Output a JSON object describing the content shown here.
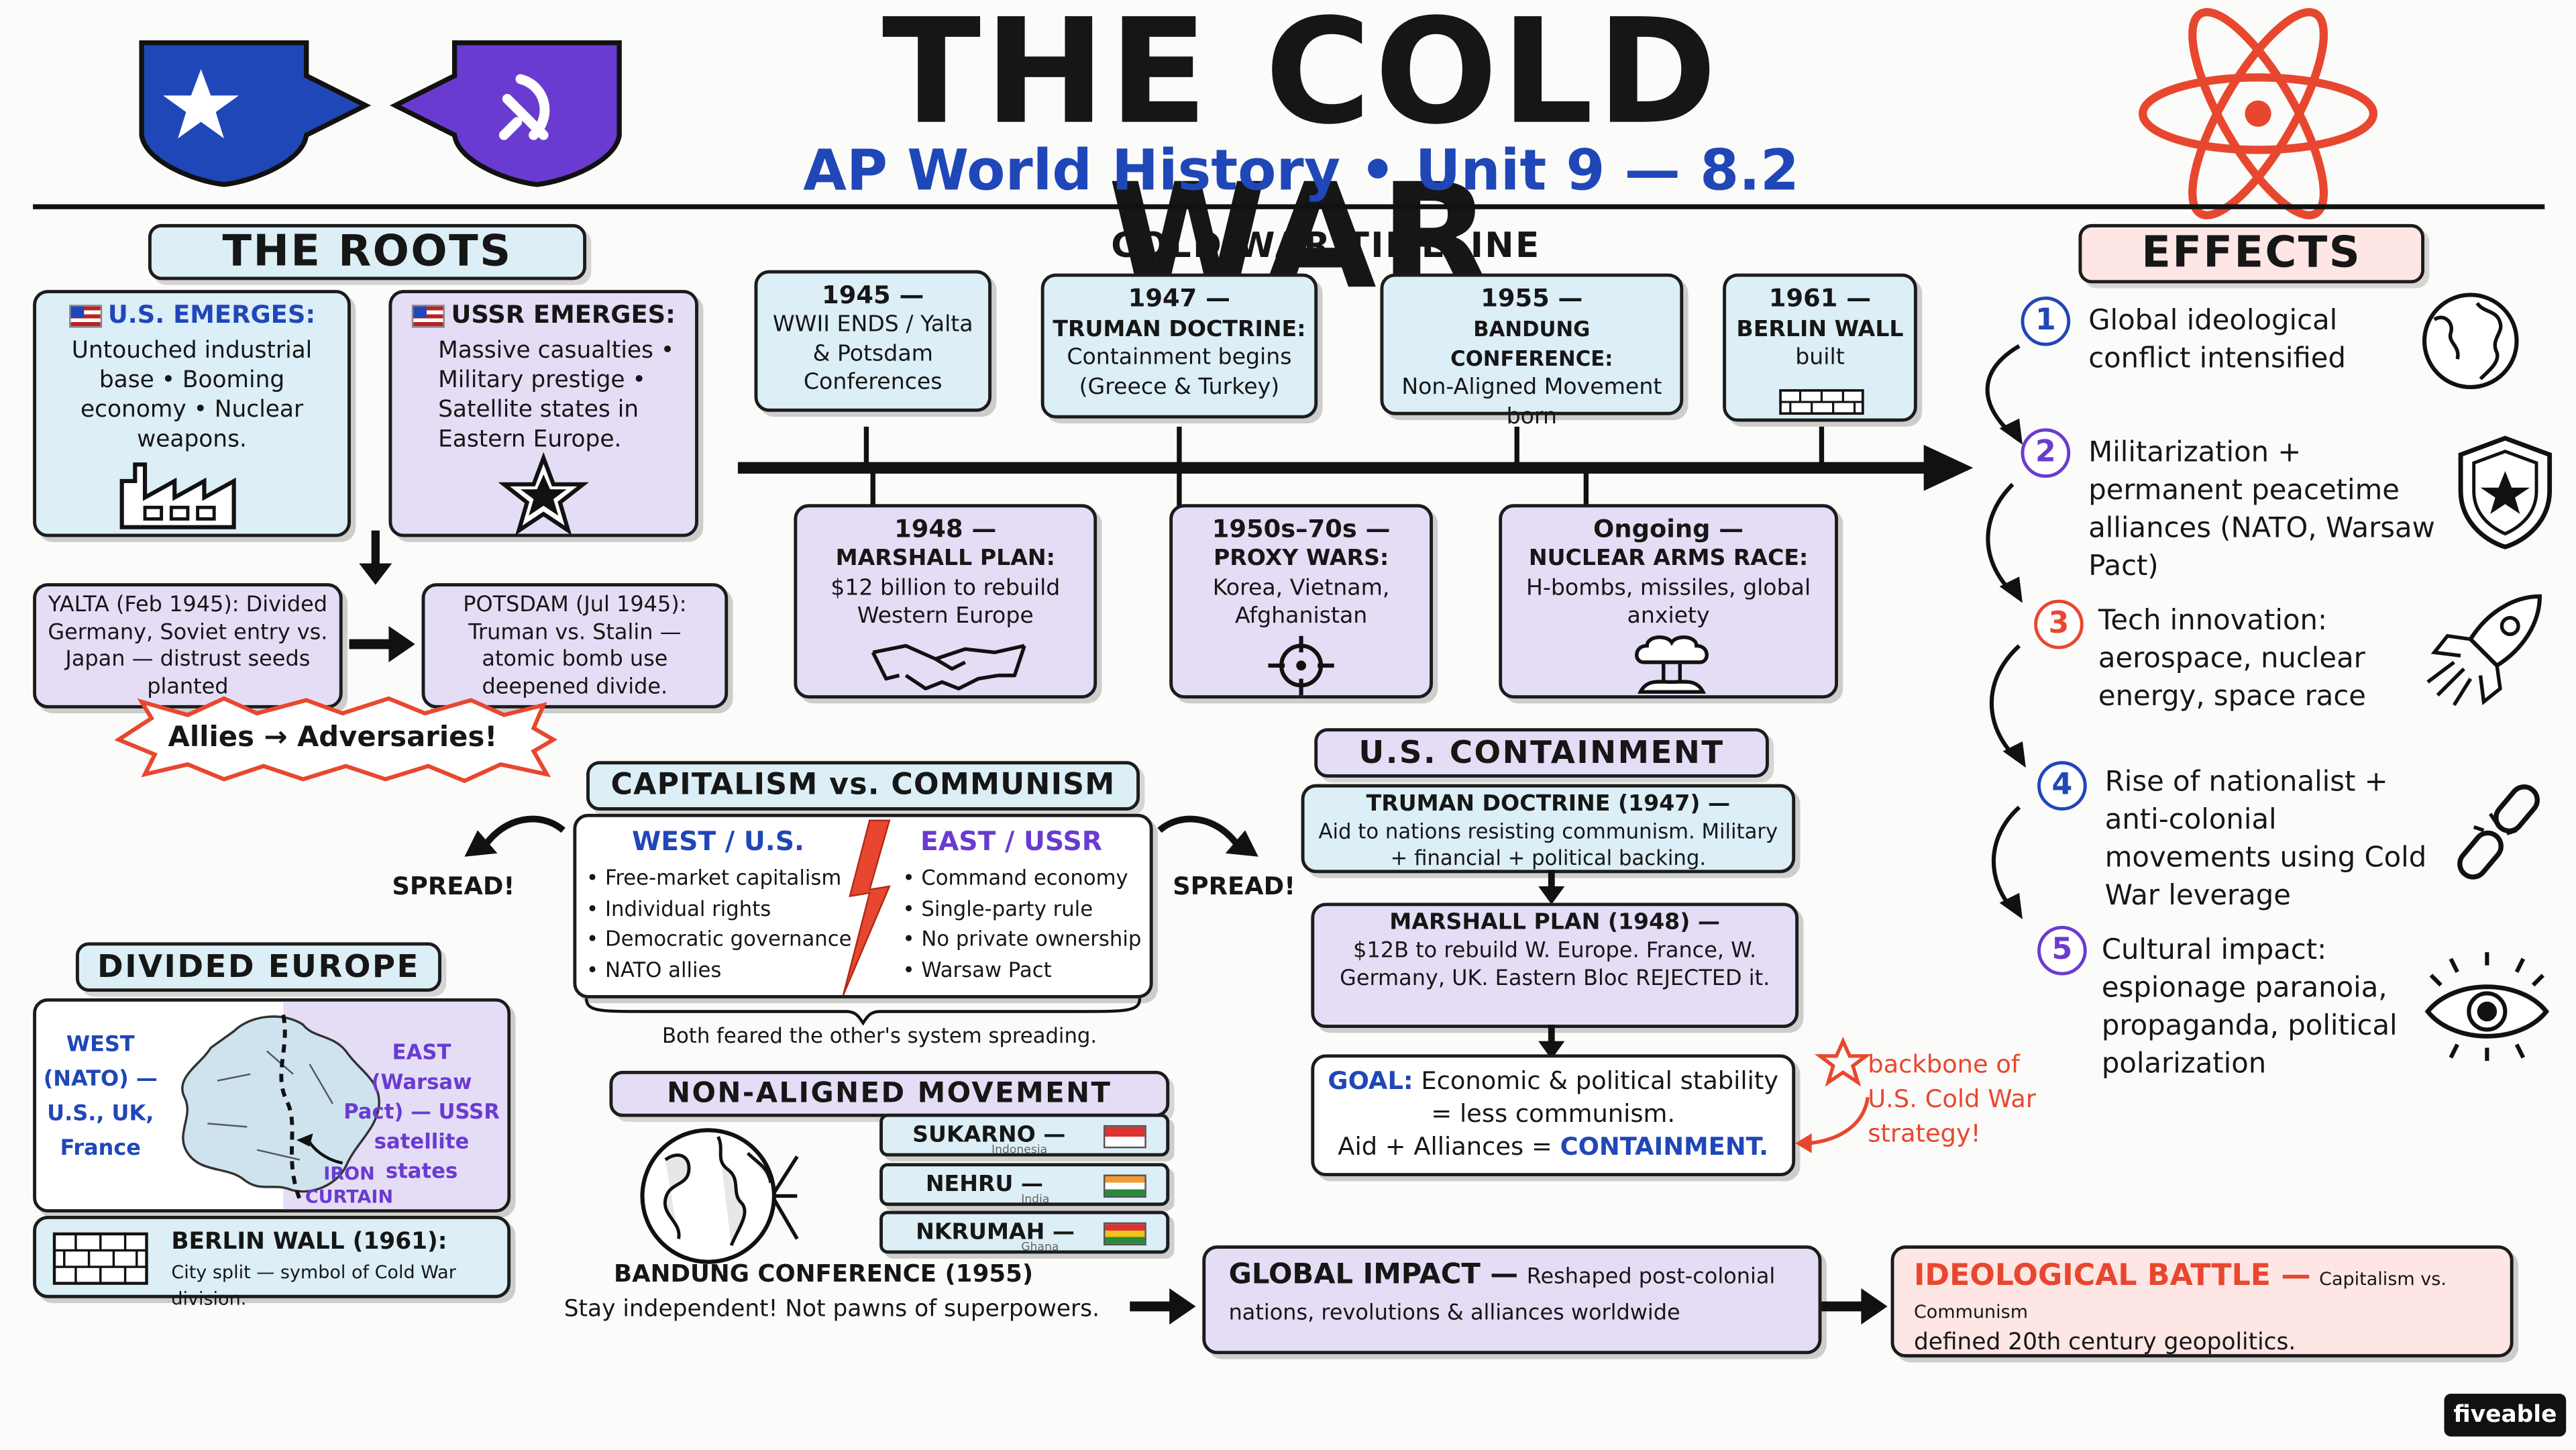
{
  "title": "THE COLD WAR",
  "subtitle": "AP World History • Unit 9 — 8.2",
  "colors": {
    "blue": "#2047b8",
    "purple": "#6a3bd0",
    "red": "#e8472f",
    "lightblue": "#dceef6",
    "lavender": "#e5ddf6"
  },
  "roots": {
    "header": "THE ROOTS",
    "us": {
      "title": "U.S. EMERGES:",
      "body": "Untouched industrial base • Booming economy • Nuclear weapons."
    },
    "ussr": {
      "title": "USSR EMERGES:",
      "body": "Massive casualties • Military prestige • Satellite states in Eastern Europe."
    },
    "yalta": "YALTA (Feb 1945): Divided Germany, Soviet entry vs. Japan — distrust seeds planted",
    "potsdam": "POTSDAM (Jul 1945): Truman vs. Stalin — atomic bomb use deepened divide.",
    "burst": "Allies → Adversaries!"
  },
  "timeline": {
    "header": "COLD WAR TIMELINE",
    "top": [
      {
        "date": "1945 —",
        "text": "WWII ENDS / Yalta & Potsdam Conferences"
      },
      {
        "date": "1947 —",
        "bold": "TRUMAN DOCTRINE:",
        "text": "Containment begins (Greece & Turkey)"
      },
      {
        "date": "1955 —",
        "bold": "BANDUNG CONFERENCE:",
        "text": "Non-Aligned Movement born"
      },
      {
        "date": "1961 —",
        "bold": "BERLIN WALL",
        "text": "built"
      }
    ],
    "bottom": [
      {
        "date": "1948 —",
        "bold": "MARSHALL PLAN:",
        "text": "$12 billion to rebuild Western Europe"
      },
      {
        "date": "1950s–70s —",
        "bold": "PROXY WARS:",
        "text": "Korea, Vietnam, Afghanistan"
      },
      {
        "date": "Ongoing —",
        "bold": "NUCLEAR ARMS RACE:",
        "text": "H-bombs, missiles, global anxiety"
      }
    ]
  },
  "effects": {
    "header": "EFFECTS",
    "items": [
      {
        "num": "1",
        "text": "Global ideological conflict intensified",
        "icon": "globe-icon"
      },
      {
        "num": "2",
        "text": "Militarization + permanent peacetime alliances (NATO, Warsaw Pact)",
        "icon": "shield-star-icon"
      },
      {
        "num": "3",
        "text": "Tech innovation: aerospace, nuclear energy, space race",
        "icon": "rocket-icon"
      },
      {
        "num": "4",
        "text": "Rise of nationalist + anti-colonial movements using Cold War leverage",
        "icon": "broken-chain-icon"
      },
      {
        "num": "5",
        "text": "Cultural impact: espionage paranoia, propaganda, political polarization",
        "icon": "eye-icon"
      }
    ]
  },
  "capcom": {
    "header": "CAPITALISM vs. COMMUNISM",
    "west_title": "WEST / U.S.",
    "east_title": "EAST / USSR",
    "west": [
      "Free-market capitalism",
      "Individual rights",
      "Democratic governance",
      "NATO allies"
    ],
    "east": [
      "Command economy",
      "Single-party rule",
      "No private ownership",
      "Warsaw Pact"
    ],
    "spread_left": "SPREAD!",
    "spread_right": "SPREAD!",
    "caption": "Both feared the other's system spreading."
  },
  "divided": {
    "header": "DIVIDED EUROPE",
    "west": "WEST (NATO) — U.S., UK, France",
    "east": "EAST (Warsaw Pact) — USSR satellite states",
    "iron": "IRON CURTAIN",
    "berlin_title": "BERLIN WALL (1961):",
    "berlin_text": "City split — symbol of Cold War division."
  },
  "nam": {
    "header": "NON-ALIGNED MOVEMENT",
    "leaders": [
      {
        "name": "SUKARNO —",
        "country": "Indonesia"
      },
      {
        "name": "NEHRU —",
        "country": "India"
      },
      {
        "name": "NKRUMAH —",
        "country": "Ghana"
      }
    ],
    "bandung_title": "BANDUNG CONFERENCE (1955)",
    "bandung_text": "Stay independent! Not pawns of superpowers."
  },
  "containment": {
    "header": "U.S. CONTAINMENT",
    "truman_title": "TRUMAN DOCTRINE (1947) —",
    "truman_text": "Aid to nations resisting communism. Military + financial + political backing.",
    "marshall_title": "MARSHALL PLAN (1948) —",
    "marshall_text": "$12B to rebuild W. Europe. France, W. Germany, UK. Eastern Bloc REJECTED it.",
    "goal_label": "GOAL:",
    "goal_text": "Economic & political stability = less communism.",
    "goal_line2a": "Aid + Alliances =",
    "goal_line2b": "CONTAINMENT.",
    "note": "backbone of U.S. Cold War strategy!"
  },
  "global": {
    "title": "GLOBAL IMPACT —",
    "text": "Reshaped post-colonial nations, revolutions & alliances worldwide"
  },
  "battle": {
    "title": "IDEOLOGICAL BATTLE —",
    "title_small": "Capitalism vs. Communism",
    "text": "defined 20th century geopolitics."
  },
  "brand": "fiveable"
}
